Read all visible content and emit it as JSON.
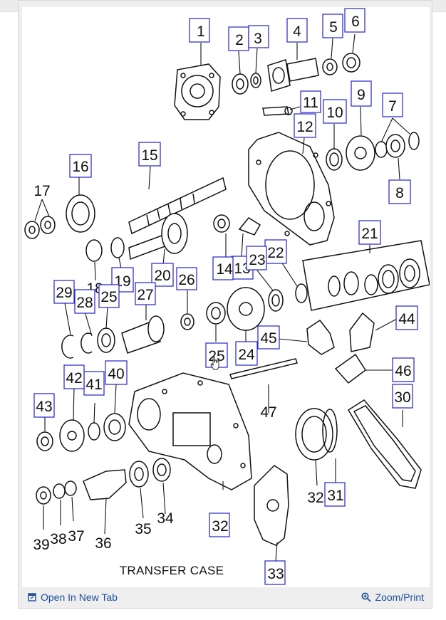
{
  "diagram": {
    "caption": "TRANSFER CASE",
    "callouts": [
      {
        "label": "1",
        "boxed": true
      },
      {
        "label": "2",
        "boxed": true
      },
      {
        "label": "3",
        "boxed": true
      },
      {
        "label": "4",
        "boxed": true
      },
      {
        "label": "5",
        "boxed": true
      },
      {
        "label": "6",
        "boxed": true
      },
      {
        "label": "7",
        "boxed": true
      },
      {
        "label": "8",
        "boxed": true
      },
      {
        "label": "9",
        "boxed": true
      },
      {
        "label": "10",
        "boxed": true
      },
      {
        "label": "11",
        "boxed": true
      },
      {
        "label": "12",
        "boxed": true
      },
      {
        "label": "13",
        "boxed": true
      },
      {
        "label": "14",
        "boxed": true
      },
      {
        "label": "15",
        "boxed": true
      },
      {
        "label": "16",
        "boxed": true
      },
      {
        "label": "17",
        "boxed": false
      },
      {
        "label": "18",
        "boxed": false
      },
      {
        "label": "19",
        "boxed": true
      },
      {
        "label": "20",
        "boxed": true
      },
      {
        "label": "21",
        "boxed": true
      },
      {
        "label": "22",
        "boxed": true
      },
      {
        "label": "23",
        "boxed": true
      },
      {
        "label": "24",
        "boxed": true
      },
      {
        "label": "25",
        "boxed": true
      },
      {
        "label": "25",
        "boxed": true
      },
      {
        "label": "26",
        "boxed": true
      },
      {
        "label": "27",
        "boxed": true
      },
      {
        "label": "28",
        "boxed": true
      },
      {
        "label": "29",
        "boxed": true
      },
      {
        "label": "30",
        "boxed": true
      },
      {
        "label": "31",
        "boxed": true
      },
      {
        "label": "32",
        "boxed": false
      },
      {
        "label": "32",
        "boxed": true
      },
      {
        "label": "33",
        "boxed": true
      },
      {
        "label": "34",
        "boxed": false
      },
      {
        "label": "35",
        "boxed": false
      },
      {
        "label": "36",
        "boxed": false
      },
      {
        "label": "37",
        "boxed": false
      },
      {
        "label": "38",
        "boxed": false
      },
      {
        "label": "39",
        "boxed": false
      },
      {
        "label": "40",
        "boxed": true
      },
      {
        "label": "41",
        "boxed": true
      },
      {
        "label": "42",
        "boxed": true
      },
      {
        "label": "43",
        "boxed": true
      },
      {
        "label": "44",
        "boxed": true
      },
      {
        "label": "45",
        "boxed": true
      },
      {
        "label": "46",
        "boxed": true
      },
      {
        "label": "47",
        "boxed": false
      }
    ]
  },
  "footer": {
    "open_label": "Open In New Tab",
    "open_icon": "external-window-icon",
    "zoom_label": "Zoom/Print",
    "zoom_icon": "zoom-in-icon",
    "link_color": "#1a4f9c"
  },
  "colors": {
    "callout_border": "#2222cc",
    "frame": "#eeeeee"
  }
}
